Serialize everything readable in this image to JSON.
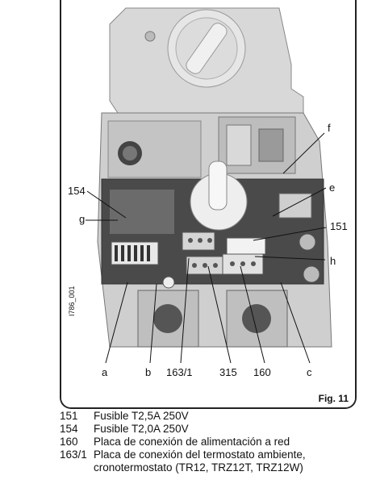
{
  "figure": {
    "side_code": "I786_001",
    "fig_label": "Fig. 11",
    "callouts": {
      "f": "f",
      "e": "e",
      "c151": "151",
      "h": "h",
      "c154": "154",
      "g": "g",
      "a": "a",
      "b": "b",
      "c1631": "163/1",
      "c315": "315",
      "c160": "160",
      "c": "c"
    }
  },
  "legend": [
    {
      "code": "151",
      "text": "Fusible T2,5A 250V"
    },
    {
      "code": "154",
      "text": "Fusible T2,0A 250V"
    },
    {
      "code": "160",
      "text": "Placa de conexión de alimentación a red"
    },
    {
      "code": "163/1",
      "text": "Placa de conexión del termostato ambiente,"
    },
    {
      "code": "",
      "text": "cronotermostato (TR12, TRZ12T, TRZ12W)"
    }
  ]
}
